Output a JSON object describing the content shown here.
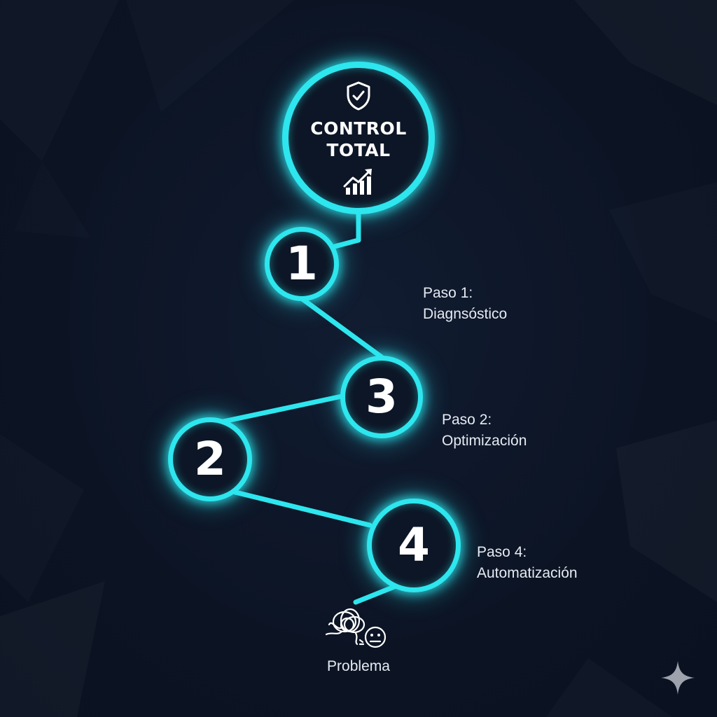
{
  "goal": {
    "line1": "CONTROL",
    "line2": "TOTAL",
    "top_icon": "shield-check-icon",
    "bottom_icon": "growth-chart-icon"
  },
  "nodes": [
    {
      "id": "1",
      "number": "1"
    },
    {
      "id": "3",
      "number": "3"
    },
    {
      "id": "2",
      "number": "2"
    },
    {
      "id": "4",
      "number": "4"
    }
  ],
  "steps": [
    {
      "title": "Paso 1:",
      "name": "Diagnsóstico"
    },
    {
      "title": "Paso 2:",
      "name": "Optimización"
    },
    {
      "title": "Paso 4:",
      "name": "Automatización"
    }
  ],
  "start": {
    "label": "Problema",
    "icon": "tangled-scribble-neutral-face-icon"
  },
  "colors": {
    "background": "#0d1526",
    "accent": "#2ee6ee",
    "text": "#ffffff",
    "label_text": "#e6ebf2"
  },
  "decor_icon": "sparkle-icon"
}
